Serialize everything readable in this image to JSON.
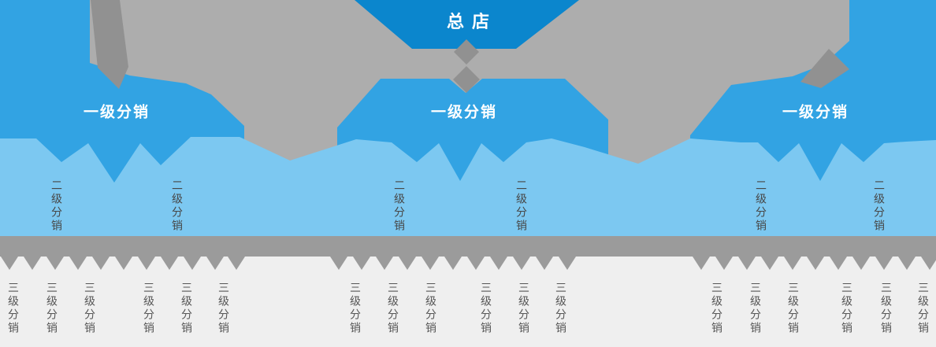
{
  "diagram_type": "distribution-hierarchy",
  "colors": {
    "background_top_gray": "#adadad",
    "background_bottom_light": "#efefef",
    "root_blue": "#0b86cd",
    "level1_blue": "#32a3e3",
    "level2_blue": "#7cc8f1",
    "connector_dark_gray": "#919191",
    "ribbon_gray": "#9b9b9b",
    "label_white": "#ffffff",
    "label_dark_gray": "#4c4c4c"
  },
  "nodes": {
    "root": {
      "label": "总店"
    },
    "level1": [
      {
        "label": "一级分销"
      },
      {
        "label": "一级分销"
      },
      {
        "label": "一级分销"
      }
    ],
    "level2": [
      {
        "label": "二级分销"
      },
      {
        "label": "二级分销"
      },
      {
        "label": "二级分销"
      },
      {
        "label": "二级分销"
      },
      {
        "label": "二级分销"
      },
      {
        "label": "二级分销"
      }
    ],
    "level3": [
      {
        "label": "三级分销"
      },
      {
        "label": "三级分销"
      },
      {
        "label": "三级分销"
      },
      {
        "label": "三级分销"
      },
      {
        "label": "三级分销"
      },
      {
        "label": "三级分销"
      },
      {
        "label": "三级分销"
      },
      {
        "label": "三级分销"
      },
      {
        "label": "三级分销"
      },
      {
        "label": "三级分销"
      },
      {
        "label": "三级分销"
      },
      {
        "label": "三级分销"
      },
      {
        "label": "三级分销"
      },
      {
        "label": "三级分销"
      },
      {
        "label": "三级分销"
      },
      {
        "label": "三级分销"
      },
      {
        "label": "三级分销"
      },
      {
        "label": "三级分销"
      }
    ]
  }
}
